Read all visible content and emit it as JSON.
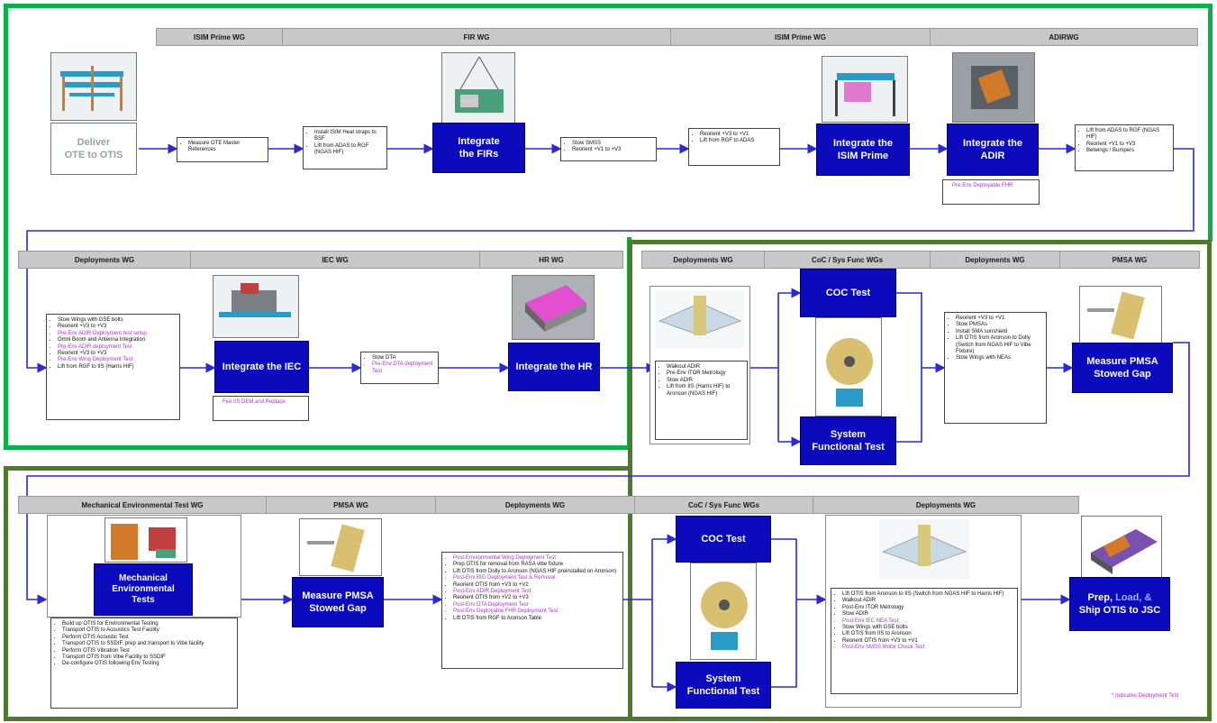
{
  "headers": {
    "r1": [
      "ISIM Prime WG",
      "FIR WG",
      "ISIM Prime WG",
      "ADIRWG"
    ],
    "r2": [
      "Deployments WG",
      "IEC WG",
      "HR WG",
      "Deployments WG",
      "CoC / Sys Func WGs",
      "Deployments WG",
      "PMSA WG"
    ],
    "r3": [
      "Mechanical Environmental Test WG",
      "PMSA WG",
      "Deployments WG",
      "CoC / Sys Func WGs",
      "Deployments WG"
    ]
  },
  "row1": {
    "deliver": "Deliver\nOTE to OTIS",
    "b1": [
      "Measure OTE Master References"
    ],
    "b2": [
      "Install ISIM Heat straps to BSF",
      "Lift from ADAS to RGF (NGAS HIF)"
    ],
    "integrate_firs": "Integrate\nthe FIRs",
    "b3": [
      "Stow SMSS",
      "Reorient +V1 to +V3"
    ],
    "b4": [
      "Reorient +V3 to +V1",
      "Lift from RGF to ADAS"
    ],
    "integrate_isim": "Integrate the\nISIM Prime",
    "integrate_adir": "Integrate the\nADIR",
    "adir_note": "Pre-Env Deployable FHR",
    "b5": [
      "Lift from ADAS to RGF (NGAS HIF)",
      "Reorient +V1 to +V3",
      "Belwings / Bumpers"
    ]
  },
  "row2": {
    "b1": [
      {
        "t": "Stow Wings with GSE bolts",
        "p": false
      },
      {
        "t": "Reorient +V3 to +V3",
        "p": false
      },
      {
        "t": "Pre-Env ADIR Deployment test setup",
        "p": true
      },
      {
        "t": "Omni Boom and Antenna Integration",
        "p": false
      },
      {
        "t": "Pre-Env ADIR deployment Test",
        "p": true
      },
      {
        "t": "Reorient +V3 to +V3",
        "p": false
      },
      {
        "t": "Pre-Env Wing Deployment Test",
        "p": true
      },
      {
        "t": "Lift from RGF to IIS (Harris HIF)",
        "p": false
      }
    ],
    "integrate_iec": "Integrate the IEC",
    "iec_note": "Fire I/S DEM and Replace",
    "b2": [
      {
        "t": "Stow DTA",
        "p": false
      },
      {
        "t": "Pre-Env DTA deployment Test",
        "p": true
      }
    ],
    "integrate_hr": "Integrate the HR",
    "b3": [
      "Walkout ADIR",
      "Pre-Env ITOR Metrology",
      "Stow ADIR",
      "Lift from IIS (Harris HIF) to Aronson (NGAS HIF)"
    ],
    "coc_test": "COC Test",
    "sys_func": "System\nFunctional Test",
    "b4": [
      "Reorient +V3 to +V1",
      "Stow PMSAs",
      "Install SMA sunshield",
      "Lift OTIS from Aronson to Dolly (Switch from NGAS HIF to Vibe Fixture)",
      "Stow Wings with NEAs"
    ],
    "measure_pmsa": "Measure PMSA\nStowed Gap"
  },
  "row3": {
    "mech_env": "Mechanical\nEnvironmental\nTests",
    "b1": [
      "Build up OTIS for Environmental Testing",
      "Transport OTIS to Acoustics Test Facility",
      "Perform OTIS Acoustic Test",
      "Transport OTIS to SSDIF, prep and transport to Vibe facility",
      "Perform OTIS Vibration Test",
      "Transport OTIS from Vibe Facility to SSDIF",
      "De-configure OTIS following Env Testing"
    ],
    "measure_pmsa": "Measure PMSA\nStowed Gap",
    "b2": [
      {
        "t": "Post-Environmental Wing Deployment Test",
        "p": true
      },
      {
        "t": "Prep OTIS for removal from RASA vibe fixture",
        "p": false
      },
      {
        "t": "Lift OTIS from Dolly to Aronson (NGAS HIF preinstalled on Aronson)",
        "p": false
      },
      {
        "t": "Post-Env BIG Deployment Test & Removal",
        "p": true
      },
      {
        "t": "Reorient OTIS from +V3 to +V2",
        "p": false
      },
      {
        "t": "Post-Env ADIR Deployment Test",
        "p": true
      },
      {
        "t": "Reorient OTIS from +V2 to +V3",
        "p": false
      },
      {
        "t": "Post-Env DTA Deployment Test",
        "p": true
      },
      {
        "t": "Post-Env Deployable FHR Deployment Test",
        "p": true
      },
      {
        "t": "Lift OTIS from RGF to Aronson Table",
        "p": false
      }
    ],
    "coc_test": "COC Test",
    "sys_func": "System\nFunctional Test",
    "b3": [
      {
        "t": "Lift OTIS from Aronson to IIS (Switch from NGAS HIF to Harris HIF)",
        "p": false
      },
      {
        "t": "Walkout ADIR",
        "p": false
      },
      {
        "t": "Post-Env ITOR Metrology",
        "p": false
      },
      {
        "t": "Stow ADIR",
        "p": false
      },
      {
        "t": "Post-Env IEC NEA Test",
        "p": true
      },
      {
        "t": "Stow Wings with GSE bolts",
        "p": false
      },
      {
        "t": "Lift OTIS from IIS to Aronson",
        "p": false
      },
      {
        "t": "Reorient OTIS from +V3 to +V1",
        "p": false
      },
      {
        "t": "Post-Env SMSS Motor Check Test",
        "p": true
      }
    ],
    "prep_a": "Prep, ",
    "prep_b": "Load, &",
    "prep_c": "Ship OTIS to JSC",
    "legend": "* Indicates Deployment Test"
  },
  "colors": {
    "blue": "#0b0bbd",
    "green_frame": "#0cb04a",
    "olive_frame": "#4e7a2e",
    "purple": "#b030d0",
    "arrow": "#2a2ad0"
  }
}
